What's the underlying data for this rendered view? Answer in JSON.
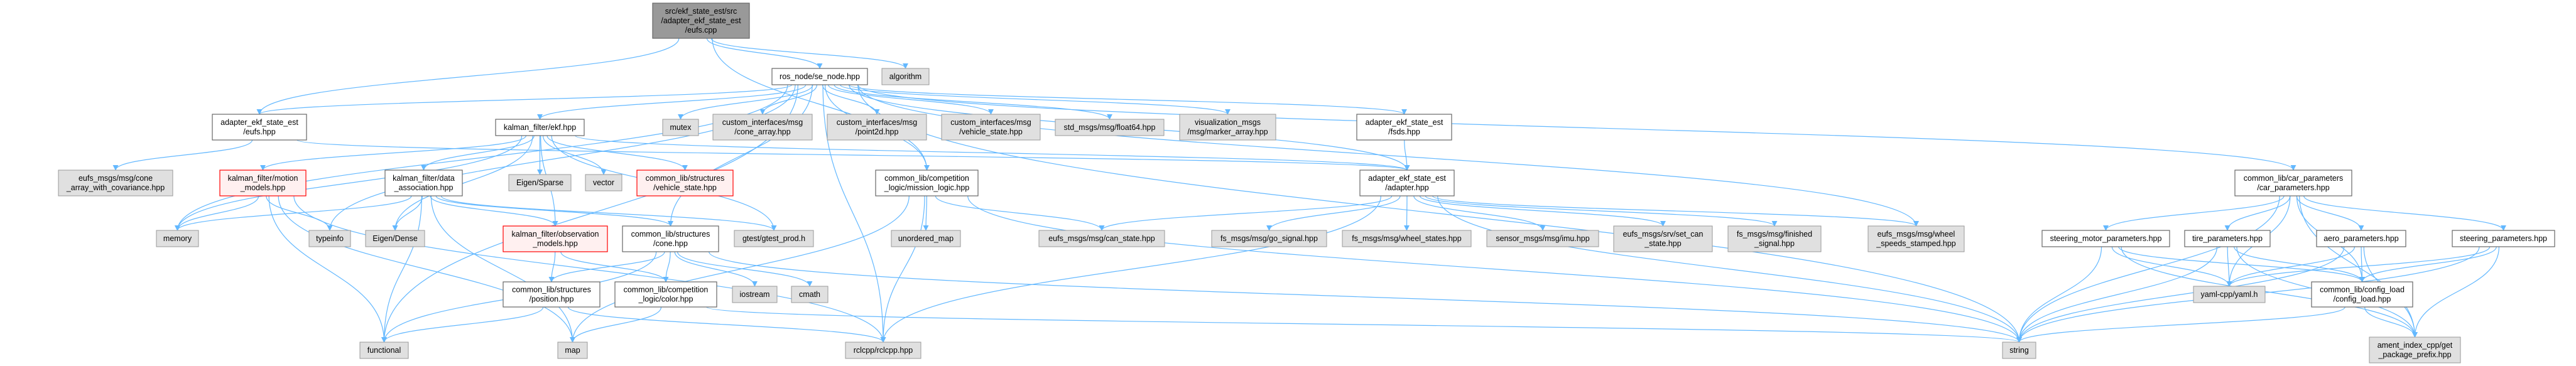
{
  "colors": {
    "edge": "#63b8ff",
    "root_fill": "#999999",
    "root_border": "#666666",
    "white_fill": "#ffffff",
    "white_border": "#666666",
    "gray_fill": "#e0e0e0",
    "gray_border": "#999999",
    "red_fill": "#fff0f0",
    "red_border": "#ff0000"
  },
  "nodes": [
    {
      "id": "root",
      "style": "root",
      "lines": [
        "src/ekf_state_est/src",
        "/adapter_ekf_state_est",
        "/eufs.cpp"
      ]
    },
    {
      "id": "se_node",
      "style": "white",
      "lines": [
        "ros_node/se_node.hpp"
      ]
    },
    {
      "id": "algorithm",
      "style": "gray",
      "lines": [
        "algorithm"
      ]
    },
    {
      "id": "eufs_hpp",
      "style": "white",
      "lines": [
        "adapter_ekf_state_est",
        "/eufs.hpp"
      ]
    },
    {
      "id": "ekf",
      "style": "white",
      "lines": [
        "kalman_filter/ekf.hpp"
      ]
    },
    {
      "id": "mutex",
      "style": "gray",
      "lines": [
        "mutex"
      ]
    },
    {
      "id": "ci_cone_array",
      "style": "gray",
      "lines": [
        "custom_interfaces/msg",
        "/cone_array.hpp"
      ]
    },
    {
      "id": "ci_point2d",
      "style": "gray",
      "lines": [
        "custom_interfaces/msg",
        "/point2d.hpp"
      ]
    },
    {
      "id": "ci_vehicle_state",
      "style": "gray",
      "lines": [
        "custom_interfaces/msg",
        "/vehicle_state.hpp"
      ]
    },
    {
      "id": "float64",
      "style": "gray",
      "lines": [
        "std_msgs/msg/float64.hpp"
      ]
    },
    {
      "id": "marker_array",
      "style": "gray",
      "lines": [
        "visualization_msgs",
        "/msg/marker_array.hpp"
      ]
    },
    {
      "id": "fsds",
      "style": "white",
      "lines": [
        "adapter_ekf_state_est",
        "/fsds.hpp"
      ]
    },
    {
      "id": "cone_cov",
      "style": "gray",
      "lines": [
        "eufs_msgs/msg/cone",
        "_array_with_covariance.hpp"
      ]
    },
    {
      "id": "motion",
      "style": "red",
      "lines": [
        "kalman_filter/motion",
        "_models.hpp"
      ]
    },
    {
      "id": "data_assoc",
      "style": "white",
      "lines": [
        "kalman_filter/data",
        "_association.hpp"
      ]
    },
    {
      "id": "eigen_sparse",
      "style": "gray",
      "lines": [
        "Eigen/Sparse"
      ]
    },
    {
      "id": "vector",
      "style": "gray",
      "lines": [
        "vector"
      ]
    },
    {
      "id": "cl_vehicle_state",
      "style": "red",
      "lines": [
        "common_lib/structures",
        "/vehicle_state.hpp"
      ]
    },
    {
      "id": "mission",
      "style": "white",
      "lines": [
        "common_lib/competition",
        "_logic/mission_logic.hpp"
      ]
    },
    {
      "id": "adapter",
      "style": "white",
      "lines": [
        "adapter_ekf_state_est",
        "/adapter.hpp"
      ]
    },
    {
      "id": "car_params",
      "style": "white",
      "lines": [
        "common_lib/car_parameters",
        "/car_parameters.hpp"
      ]
    },
    {
      "id": "memory",
      "style": "gray",
      "lines": [
        "memory"
      ]
    },
    {
      "id": "typeinfo",
      "style": "gray",
      "lines": [
        "typeinfo"
      ]
    },
    {
      "id": "eigen_dense",
      "style": "gray",
      "lines": [
        "Eigen/Dense"
      ]
    },
    {
      "id": "observation",
      "style": "red",
      "lines": [
        "kalman_filter/observation",
        "_models.hpp"
      ]
    },
    {
      "id": "cone",
      "style": "white",
      "lines": [
        "common_lib/structures",
        "/cone.hpp"
      ]
    },
    {
      "id": "gtest",
      "style": "gray",
      "lines": [
        "gtest/gtest_prod.h"
      ]
    },
    {
      "id": "unordered_map",
      "style": "gray",
      "lines": [
        "unordered_map"
      ]
    },
    {
      "id": "can_state",
      "style": "gray",
      "lines": [
        "eufs_msgs/msg/can_state.hpp"
      ]
    },
    {
      "id": "go_signal",
      "style": "gray",
      "lines": [
        "fs_msgs/msg/go_signal.hpp"
      ]
    },
    {
      "id": "wheel_states",
      "style": "gray",
      "lines": [
        "fs_msgs/msg/wheel_states.hpp"
      ]
    },
    {
      "id": "imu",
      "style": "gray",
      "lines": [
        "sensor_msgs/msg/imu.hpp"
      ]
    },
    {
      "id": "set_can",
      "style": "gray",
      "lines": [
        "eufs_msgs/srv/set_can",
        "_state.hpp"
      ]
    },
    {
      "id": "finished",
      "style": "gray",
      "lines": [
        "fs_msgs/msg/finished",
        "_signal.hpp"
      ]
    },
    {
      "id": "wheel_speeds",
      "style": "gray",
      "lines": [
        "eufs_msgs/msg/wheel",
        "_speeds_stamped.hpp"
      ]
    },
    {
      "id": "steering_motor",
      "style": "white",
      "lines": [
        "steering_motor_parameters.hpp"
      ]
    },
    {
      "id": "tire",
      "style": "white",
      "lines": [
        "tire_parameters.hpp"
      ]
    },
    {
      "id": "aero",
      "style": "white",
      "lines": [
        "aero_parameters.hpp"
      ]
    },
    {
      "id": "steering",
      "style": "white",
      "lines": [
        "steering_parameters.hpp"
      ]
    },
    {
      "id": "position",
      "style": "white",
      "lines": [
        "common_lib/structures",
        "/position.hpp"
      ]
    },
    {
      "id": "color",
      "style": "white",
      "lines": [
        "common_lib/competition",
        "_logic/color.hpp"
      ]
    },
    {
      "id": "iostream",
      "style": "gray",
      "lines": [
        "iostream"
      ]
    },
    {
      "id": "cmath",
      "style": "gray",
      "lines": [
        "cmath"
      ]
    },
    {
      "id": "yaml",
      "style": "gray",
      "lines": [
        "yaml-cpp/yaml.h"
      ]
    },
    {
      "id": "config_load",
      "style": "white",
      "lines": [
        "common_lib/config_load",
        "/config_load.hpp"
      ]
    },
    {
      "id": "functional",
      "style": "gray",
      "lines": [
        "functional"
      ]
    },
    {
      "id": "map",
      "style": "gray",
      "lines": [
        "map"
      ]
    },
    {
      "id": "rclcpp",
      "style": "gray",
      "lines": [
        "rclcpp/rclcpp.hpp"
      ]
    },
    {
      "id": "string",
      "style": "gray",
      "lines": [
        "string"
      ]
    },
    {
      "id": "ament",
      "style": "gray",
      "lines": [
        "ament_index_cpp/get",
        "_package_prefix.hpp"
      ]
    }
  ],
  "edges": [
    [
      "root",
      "eufs_hpp"
    ],
    [
      "root",
      "se_node"
    ],
    [
      "root",
      "algorithm"
    ],
    [
      "root",
      "mission"
    ],
    [
      "se_node",
      "eufs_hpp"
    ],
    [
      "se_node",
      "ekf"
    ],
    [
      "se_node",
      "mutex"
    ],
    [
      "se_node",
      "ci_cone_array"
    ],
    [
      "se_node",
      "ci_point2d"
    ],
    [
      "se_node",
      "ci_vehicle_state"
    ],
    [
      "se_node",
      "float64"
    ],
    [
      "se_node",
      "marker_array"
    ],
    [
      "se_node",
      "fsds"
    ],
    [
      "se_node",
      "car_params"
    ],
    [
      "se_node",
      "functional"
    ],
    [
      "se_node",
      "memory"
    ],
    [
      "se_node",
      "string"
    ],
    [
      "se_node",
      "rclcpp"
    ],
    [
      "se_node",
      "mission"
    ],
    [
      "se_node",
      "adapter"
    ],
    [
      "se_node",
      "wheel_speeds"
    ],
    [
      "se_node",
      "cone"
    ],
    [
      "se_node",
      "typeinfo"
    ],
    [
      "eufs_hpp",
      "cone_cov"
    ],
    [
      "eufs_hpp",
      "adapter"
    ],
    [
      "ekf",
      "data_assoc"
    ],
    [
      "ekf",
      "eigen_sparse"
    ],
    [
      "ekf",
      "vector"
    ],
    [
      "ekf",
      "cl_vehicle_state"
    ],
    [
      "ekf",
      "observation"
    ],
    [
      "ekf",
      "motion"
    ],
    [
      "ekf",
      "gtest"
    ],
    [
      "ekf",
      "memory"
    ],
    [
      "ekf",
      "eigen_dense"
    ],
    [
      "ekf",
      "adapter"
    ],
    [
      "motion",
      "memory"
    ],
    [
      "motion",
      "functional"
    ],
    [
      "motion",
      "typeinfo"
    ],
    [
      "motion",
      "map"
    ],
    [
      "motion",
      "rclcpp"
    ],
    [
      "data_assoc",
      "memory"
    ],
    [
      "data_assoc",
      "eigen_dense"
    ],
    [
      "data_assoc",
      "functional"
    ],
    [
      "data_assoc",
      "observation"
    ],
    [
      "data_assoc",
      "cone"
    ],
    [
      "data_assoc",
      "gtest"
    ],
    [
      "data_assoc",
      "map"
    ],
    [
      "observation",
      "position"
    ],
    [
      "observation",
      "color"
    ],
    [
      "cone",
      "position"
    ],
    [
      "cone",
      "color"
    ],
    [
      "cone",
      "iostream"
    ],
    [
      "cone",
      "cmath"
    ],
    [
      "cone",
      "functional"
    ],
    [
      "cone",
      "string"
    ],
    [
      "position",
      "functional"
    ],
    [
      "position",
      "rclcpp"
    ],
    [
      "color",
      "map"
    ],
    [
      "color",
      "string"
    ],
    [
      "mission",
      "unordered_map"
    ],
    [
      "mission",
      "can_state"
    ],
    [
      "mission",
      "rclcpp"
    ],
    [
      "mission",
      "string"
    ],
    [
      "mission",
      "map"
    ],
    [
      "fsds",
      "adapter"
    ],
    [
      "adapter",
      "go_signal"
    ],
    [
      "adapter",
      "wheel_states"
    ],
    [
      "adapter",
      "imu"
    ],
    [
      "adapter",
      "set_can"
    ],
    [
      "adapter",
      "finished"
    ],
    [
      "adapter",
      "wheel_speeds"
    ],
    [
      "adapter",
      "can_state"
    ],
    [
      "adapter",
      "rclcpp"
    ],
    [
      "adapter",
      "string"
    ],
    [
      "car_params",
      "steering_motor"
    ],
    [
      "car_params",
      "tire"
    ],
    [
      "car_params",
      "aero"
    ],
    [
      "car_params",
      "steering"
    ],
    [
      "car_params",
      "yaml"
    ],
    [
      "car_params",
      "config_load"
    ],
    [
      "car_params",
      "ament"
    ],
    [
      "car_params",
      "string"
    ],
    [
      "steering_motor",
      "string"
    ],
    [
      "steering_motor",
      "yaml"
    ],
    [
      "steering_motor",
      "ament"
    ],
    [
      "steering_motor",
      "config_load"
    ],
    [
      "tire",
      "yaml"
    ],
    [
      "tire",
      "config_load"
    ],
    [
      "tire",
      "ament"
    ],
    [
      "tire",
      "string"
    ],
    [
      "aero",
      "yaml"
    ],
    [
      "aero",
      "config_load"
    ],
    [
      "aero",
      "ament"
    ],
    [
      "aero",
      "string"
    ],
    [
      "steering",
      "yaml"
    ],
    [
      "steering",
      "config_load"
    ],
    [
      "steering",
      "ament"
    ],
    [
      "steering",
      "string"
    ],
    [
      "config_load",
      "string"
    ],
    [
      "config_load",
      "ament"
    ]
  ]
}
